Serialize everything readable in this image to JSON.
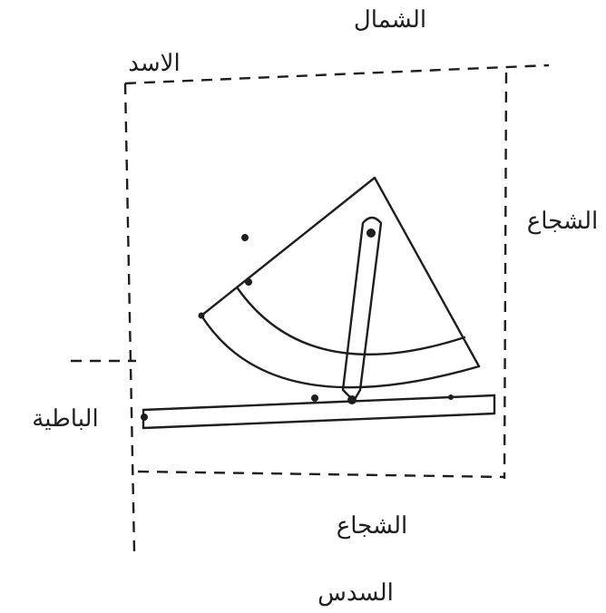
{
  "labels": {
    "top": "الشمال",
    "top_left": "الاسد",
    "right": "الشجاع",
    "left": "الباطية",
    "bottom_inner": "الشجاع",
    "bottom": "السدس"
  },
  "colors": {
    "ink": "#1e1e1e",
    "paper": "#ffffff"
  }
}
